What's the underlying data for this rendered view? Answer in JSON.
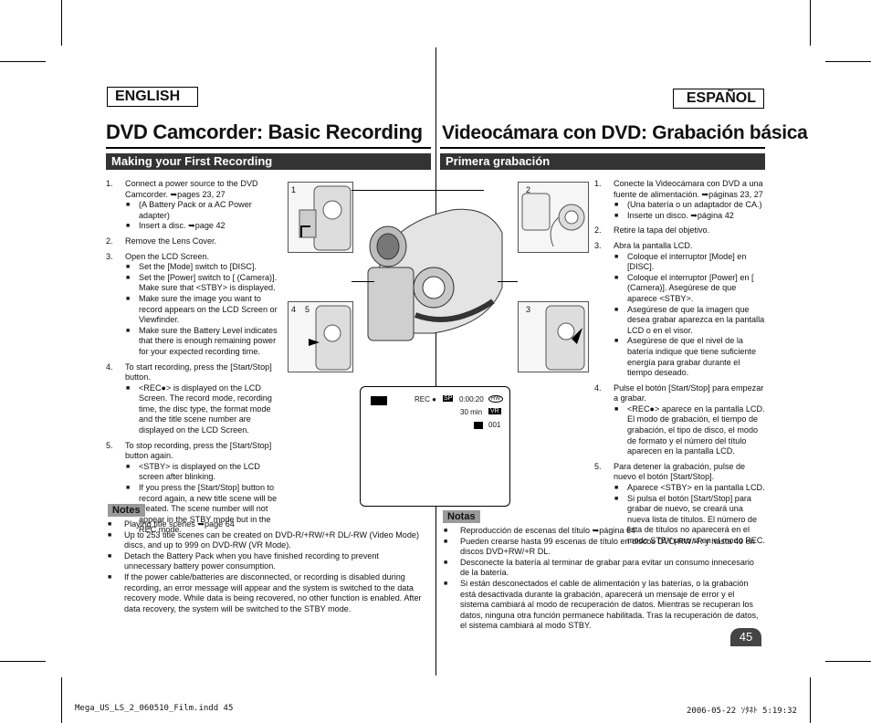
{
  "header": {
    "lang_en": "ENGLISH",
    "lang_es": "ESPAÑOL"
  },
  "title_en": "DVD Camcorder: Basic Recording",
  "title_es": "Videocámara con DVD: Grabación básica",
  "section_en": "Making your First Recording",
  "section_es": "Primera grabación",
  "figure_labels": {
    "f1": "1",
    "f2": "2",
    "f3": "3",
    "f45a": "4",
    "f45b": "5"
  },
  "screen": {
    "rec": "REC ●",
    "sp": "SP",
    "time": "0:00:20",
    "rw": "RW",
    "remain": "30 min",
    "vr": "VR",
    "scene": "001"
  },
  "en_steps": [
    {
      "num": "1.",
      "text": "Connect a power source to the DVD Camcorder. ➥pages 23, 27",
      "subs": [
        "(A Battery Pack or a AC Power adapter)",
        "Insert a disc. ➥page 42"
      ]
    },
    {
      "num": "2.",
      "text": "Remove the Lens Cover.",
      "subs": []
    },
    {
      "num": "3.",
      "text": "Open the LCD Screen.",
      "subs": [
        "Set the [Mode] switch to [DISC].",
        "Set the [Power] switch to [ (Camera)]. Make sure that <STBY> is displayed.",
        "Make sure the image you want to record appears on the LCD Screen or Viewfinder.",
        "Make sure the Battery Level indicates that there is enough remaining power for your expected recording time."
      ]
    },
    {
      "num": "4.",
      "text": "To start recording, press the [Start/Stop] button.",
      "subs": [
        "<REC●> is displayed on the LCD Screen. The record mode, recording time, the disc type, the format mode and the title scene number are displayed on the LCD Screen."
      ]
    },
    {
      "num": "5.",
      "text": "To stop recording, press the [Start/Stop] button again.",
      "subs": [
        "<STBY> is displayed on the LCD screen after blinking.",
        "If you press the [Start/Stop] button to record again, a new title scene will be created. The scene number will not appear in the STBY mode but in the REC mode."
      ]
    }
  ],
  "notes_en_label": "Notes",
  "notes_en": [
    "Playing title scenes ➥page 64",
    "Up to 253 title scenes can be created on DVD-R/+RW/+R DL/-RW (Video Mode) discs, and up to 999 on DVD-RW (VR Mode).",
    "Detach the Battery Pack when you have finished recording to prevent unnecessary battery power consumption.",
    "If the power cable/batteries are disconnected, or recording is disabled during recording, an error message will appear and the system is switched to the data recovery mode. While data is being recovered, no other function is enabled. After data recovery, the system will be switched to the STBY mode."
  ],
  "es_steps": [
    {
      "num": "1.",
      "text": "Conecte la Videocámara con DVD a una fuente de alimentación. ➥páginas 23, 27",
      "subs": [
        "(Una batería o un adaptador de CA.)",
        "Inserte un disco. ➥página 42"
      ]
    },
    {
      "num": "2.",
      "text": "Retire la tapa del objetivo.",
      "subs": []
    },
    {
      "num": "3.",
      "text": "Abra la pantalla LCD.",
      "subs": [
        "Coloque el interruptor [Mode] en [DISC].",
        "Coloque el interruptor [Power] en [ (Camera)]. Asegúrese de que aparece <STBY>.",
        "Asegúrese de que la imagen que desea grabar aparezca en la pantalla LCD o en el visor.",
        "Asegúrese de que el nivel de la batería indique que tiene suficiente energía para grabar durante el tiempo deseado."
      ]
    },
    {
      "num": "4.",
      "text": "Pulse el botón [Start/Stop] para empezar a grabar.",
      "subs": [
        "<REC●> aparece en la pantalla LCD. El modo de grabación, el tiempo de grabación, el tipo de disco, el modo de formato y el número del título aparecen en la pantalla LCD."
      ]
    },
    {
      "num": "5.",
      "text": "Para detener la grabación, pulse de nuevo el botón [Start/Stop].",
      "subs": [
        "Aparece <STBY> en la pantalla LCD.",
        "Si pulsa el botón [Start/Stop] para grabar de nuevo, se creará una nueva lista de títulos. El número de lista de títulos no aparecerá en el modo STBY pero sí en el modo REC."
      ]
    }
  ],
  "notes_es_label": "Notas",
  "notes_es": [
    "Reproducción de escenas del título ➥página 64",
    "Pueden crearse hasta 99 escenas de título en discos DVD-RW/-R y hasta 49 en discos DVD+RW/+R DL.",
    "Desconecte la batería al terminar de grabar para evitar un consumo innecesario de la batería.",
    "Si están desconectados el cable de alimentación y las baterías, o la grabación está desactivada durante la grabación, aparecerá un mensaje de error y el sistema cambiará al modo de recuperación de datos. Mientras se recuperan los datos, ninguna otra función permanece habilitada. Tras la recuperación de datos, el sistema cambiará al modo STBY."
  ],
  "page_number": "45",
  "footer": {
    "left": "Mega_US_LS_2_060510_Film.indd   45",
    "right": "2006-05-22   ｿﾀﾈﾄ 5:19:32"
  }
}
